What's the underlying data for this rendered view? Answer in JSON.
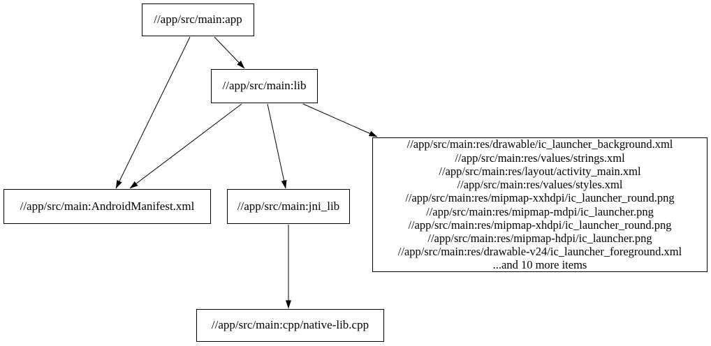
{
  "graph": {
    "type": "dependency-graph",
    "background_color": "#ffffff",
    "node_fill": "#ffffff",
    "node_border_color": "#000000",
    "edge_color": "#000000",
    "text_color": "#000000",
    "nodes": {
      "app": {
        "label": "//app/src/main:app"
      },
      "lib": {
        "label": "//app/src/main:lib"
      },
      "manifest": {
        "label": "//app/src/main:AndroidManifest.xml"
      },
      "jni_lib": {
        "label": "//app/src/main:jni_lib"
      },
      "res_group": {
        "lines": [
          "//app/src/main:res/drawable/ic_launcher_background.xml",
          "//app/src/main:res/values/strings.xml",
          "//app/src/main:res/layout/activity_main.xml",
          "//app/src/main:res/values/styles.xml",
          "//app/src/main:res/mipmap-xxhdpi/ic_launcher_round.png",
          "//app/src/main:res/mipmap-mdpi/ic_launcher.png",
          "//app/src/main:res/mipmap-xhdpi/ic_launcher_round.png",
          "//app/src/main:res/mipmap-hdpi/ic_launcher.png",
          "//app/src/main:res/drawable-v24/ic_launcher_foreground.xml",
          "...and 10 more items"
        ]
      },
      "native_lib": {
        "label": "//app/src/main:cpp/native-lib.cpp"
      }
    },
    "edges": [
      {
        "from": "app",
        "to": "lib"
      },
      {
        "from": "app",
        "to": "manifest"
      },
      {
        "from": "lib",
        "to": "manifest"
      },
      {
        "from": "lib",
        "to": "jni_lib"
      },
      {
        "from": "lib",
        "to": "res_group"
      },
      {
        "from": "jni_lib",
        "to": "native_lib"
      }
    ]
  }
}
